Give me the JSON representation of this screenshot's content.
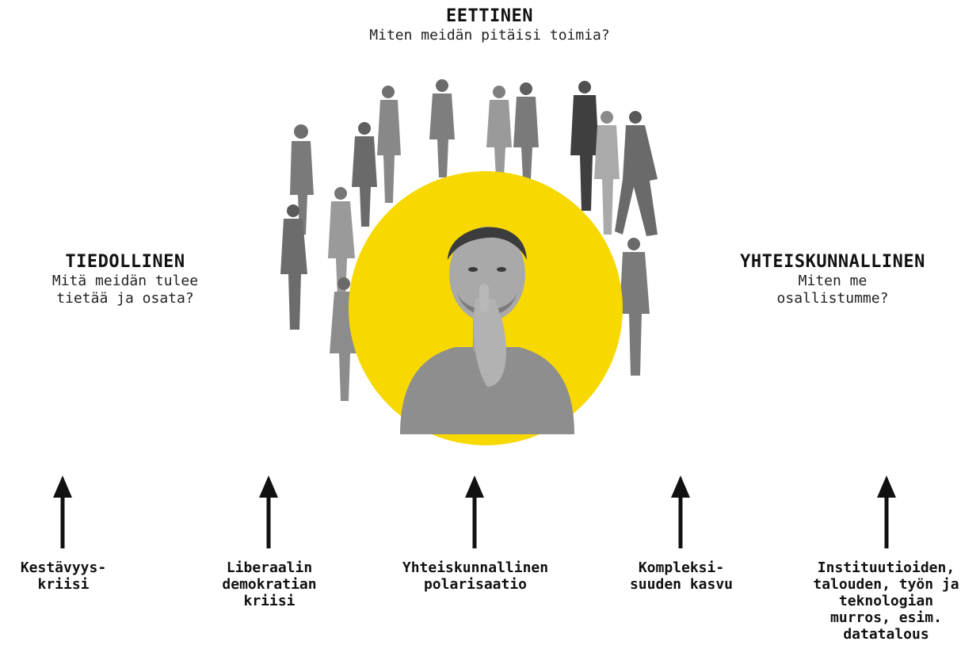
{
  "top": {
    "title": "EETTINEN",
    "subtitle": "Miten meidän pitäisi toimia?"
  },
  "left": {
    "title": "TIEDOLLINEN",
    "subtitle_lines": [
      "Mitä meidän tulee",
      "tietää ja osata?"
    ]
  },
  "right": {
    "title": "YHTEISKUNNALLINEN",
    "subtitle_lines": [
      "Miten me",
      "osallistumme?"
    ]
  },
  "bottom_items": [
    {
      "text": "Kestävyys-\nkriisi"
    },
    {
      "text": "Liberaalin\ndemokratian\nkriisi"
    },
    {
      "text": "Yhteiskunnallinen\npolarisaatio"
    },
    {
      "text": "Kompleksi-\nsuuden kasvu"
    },
    {
      "text": "Instituutioiden,\ntalouden, työn ja\nteknologian\nmurros, esim.\ndatatalous"
    }
  ],
  "colors": {
    "circle": "#f7d800",
    "text": "#111111",
    "arrow": "#111111"
  }
}
